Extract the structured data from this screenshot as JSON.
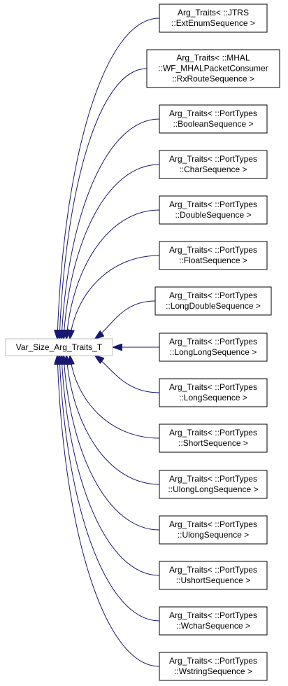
{
  "colors": {
    "edge": "#191970",
    "node_border": "#000000",
    "base_border": "#bfbfbf",
    "text": "#000000",
    "background": "#ffffff"
  },
  "base_node": {
    "label": "Var_Size_Arg_Traits_T"
  },
  "derived_nodes": [
    {
      "lines": [
        "Arg_Traits< ::JTRS",
        "::ExtEnumSequence >"
      ]
    },
    {
      "lines": [
        "Arg_Traits< ::MHAL",
        "::WF_MHALPacketConsumer",
        "::RxRouteSequence >"
      ]
    },
    {
      "lines": [
        "Arg_Traits< ::PortTypes",
        "::BooleanSequence >"
      ]
    },
    {
      "lines": [
        "Arg_Traits< ::PortTypes",
        "::CharSequence >"
      ]
    },
    {
      "lines": [
        "Arg_Traits< ::PortTypes",
        "::DoubleSequence >"
      ]
    },
    {
      "lines": [
        "Arg_Traits< ::PortTypes",
        "::FloatSequence >"
      ]
    },
    {
      "lines": [
        "Arg_Traits< ::PortTypes",
        "::LongDoubleSequence >"
      ]
    },
    {
      "lines": [
        "Arg_Traits< ::PortTypes",
        "::LongLongSequence >"
      ]
    },
    {
      "lines": [
        "Arg_Traits< ::PortTypes",
        "::LongSequence >"
      ]
    },
    {
      "lines": [
        "Arg_Traits< ::PortTypes",
        "::ShortSequence >"
      ]
    },
    {
      "lines": [
        "Arg_Traits< ::PortTypes",
        "::UlongLongSequence >"
      ]
    },
    {
      "lines": [
        "Arg_Traits< ::PortTypes",
        "::UlongSequence >"
      ]
    },
    {
      "lines": [
        "Arg_Traits< ::PortTypes",
        "::UshortSequence >"
      ]
    },
    {
      "lines": [
        "Arg_Traits< ::PortTypes",
        "::WcharSequence >"
      ]
    },
    {
      "lines": [
        "Arg_Traits< ::PortTypes",
        "::WstringSequence >"
      ]
    }
  ]
}
